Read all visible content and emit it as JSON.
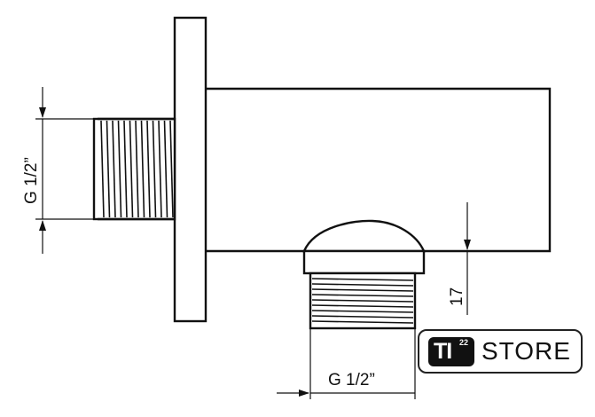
{
  "dimensions": {
    "left_thread": "G 1/2”",
    "bottom_thread": "G 1/2”",
    "outlet_height": "17"
  },
  "logo": {
    "mark": "TI",
    "superscript": "22",
    "word": "STORE"
  }
}
